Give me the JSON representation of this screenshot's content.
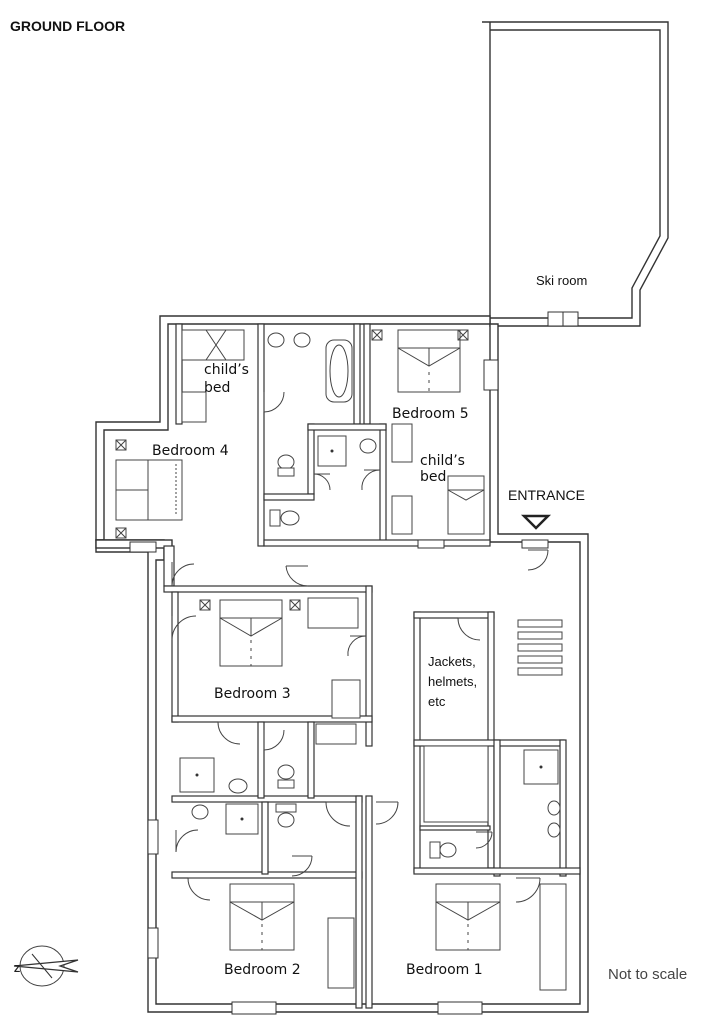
{
  "plan": {
    "title": "GROUND FLOOR",
    "scale_note": "Not to scale",
    "entrance_label": "ENTRANCE"
  },
  "rooms": {
    "ski_room": "Ski room",
    "bedroom_1": "Bedroom 1",
    "bedroom_2": "Bedroom 2",
    "bedroom_3": "Bedroom 3",
    "bedroom_4": "Bedroom 4",
    "bedroom_5": "Bedroom 5",
    "child_bed_a_l1": "child’s",
    "child_bed_a_l2": "bed",
    "child_bed_b_l1": "child’s",
    "child_bed_b_l2": "bed",
    "store_l1": "Jackets,",
    "store_l2": "helmets,",
    "store_l3": "etc"
  },
  "compass": {
    "north_letter": "Z",
    "icon": "compass-icon"
  }
}
